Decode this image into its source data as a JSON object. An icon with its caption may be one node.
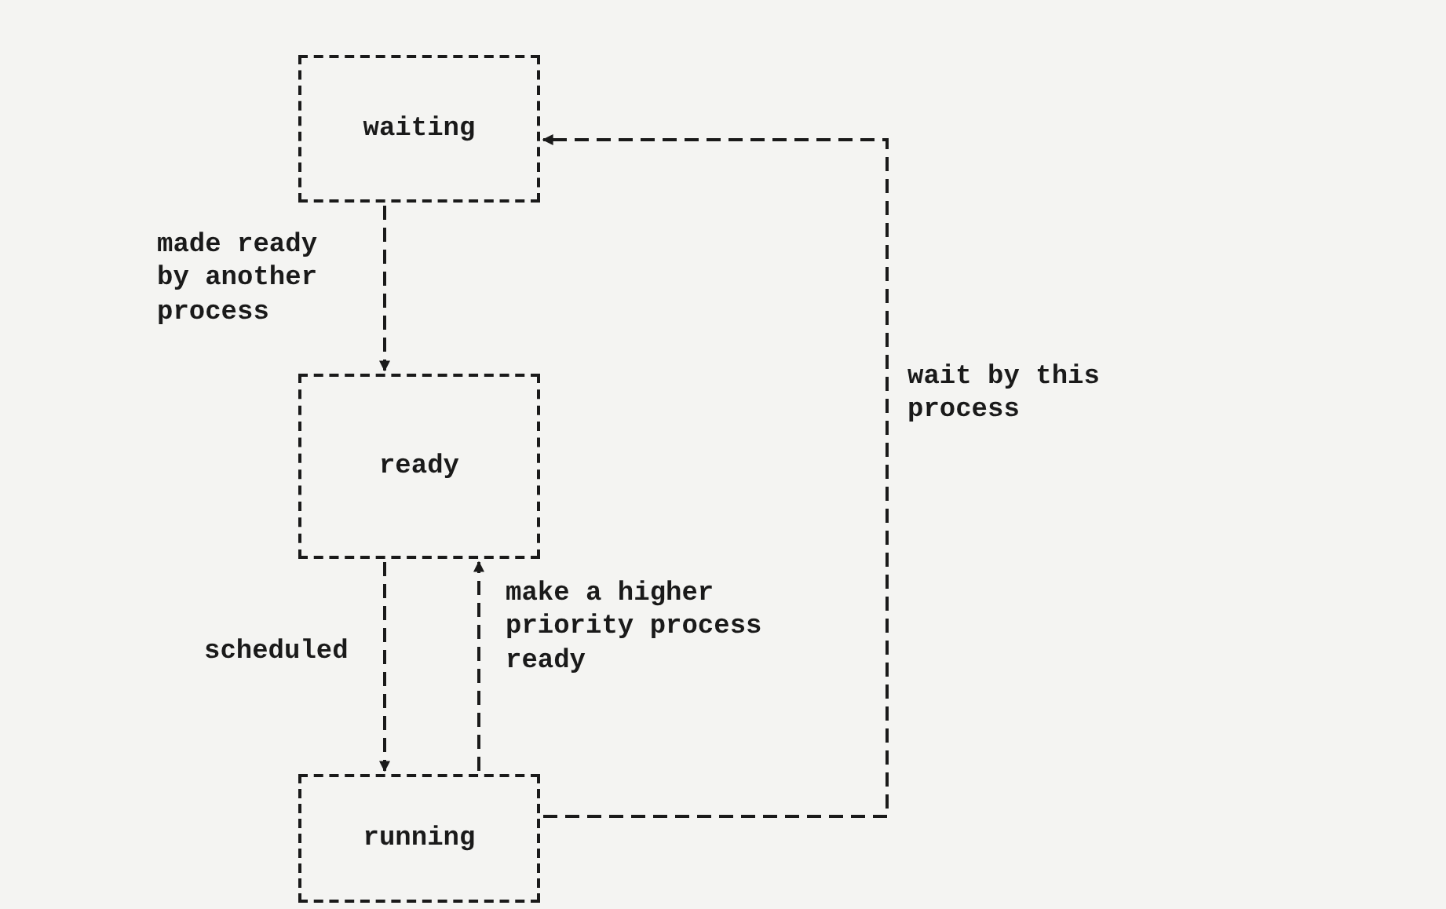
{
  "diagram": {
    "nodes": [
      {
        "text": [
          "waiting"
        ]
      },
      {
        "text": [
          "ready"
        ]
      },
      {
        "text": [
          "running"
        ]
      }
    ],
    "edges": [
      {
        "from": 0,
        "to": 1,
        "arrow": "to",
        "label": "made ready by another process"
      },
      {
        "from": 1,
        "to": 2,
        "arrow": "to",
        "label": "scheduled"
      },
      {
        "from": 2,
        "to": 1,
        "arrow": "to",
        "label": "make a higher priority process ready"
      },
      {
        "from": 2,
        "to": 0,
        "arrow": "to",
        "label": "wait by this process"
      }
    ]
  }
}
